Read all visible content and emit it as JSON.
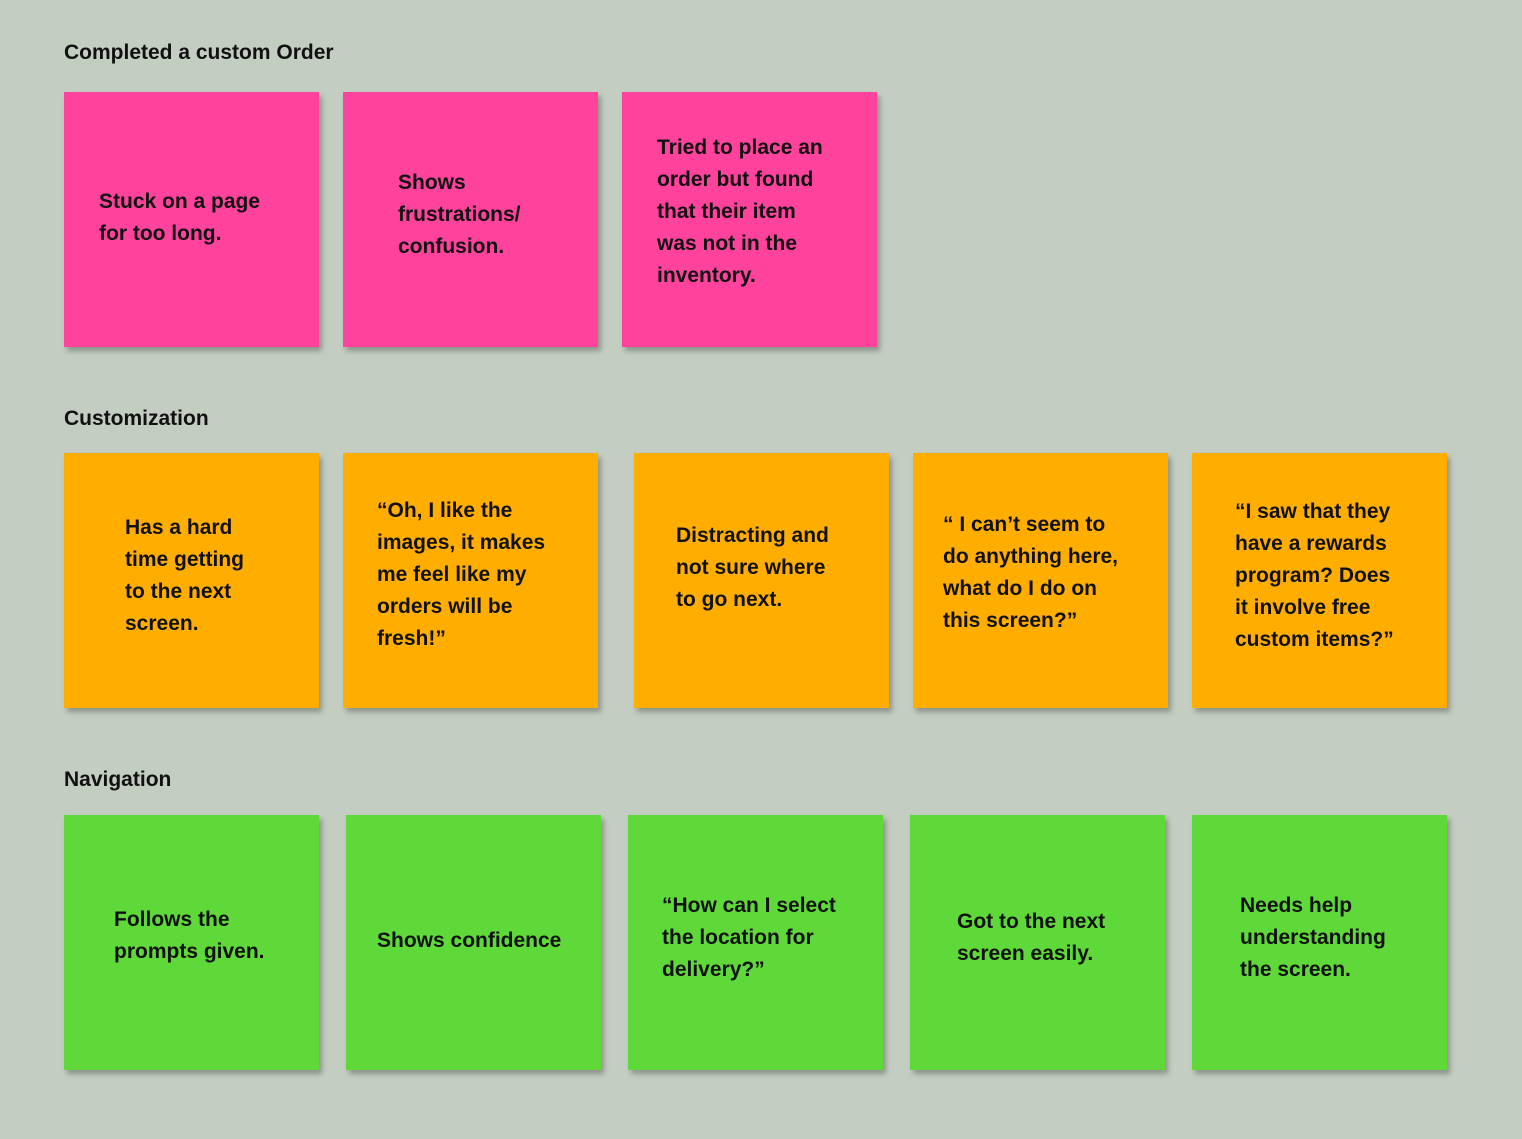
{
  "sections": [
    {
      "title": "Completed a custom Order",
      "color": "#ff429c",
      "notes": [
        {
          "lines": [
            "Stuck on a page",
            "for too long."
          ]
        },
        {
          "lines": [
            "Shows",
            "frustrations/",
            "confusion."
          ]
        },
        {
          "lines": [
            "Tried to place an",
            "order but found",
            "that their item",
            "was not in the",
            "inventory."
          ]
        }
      ]
    },
    {
      "title": "Customization",
      "color": "#ffae00",
      "notes": [
        {
          "lines": [
            "Has a hard",
            "time getting",
            "to the next",
            "screen."
          ]
        },
        {
          "lines": [
            "“Oh, I like the",
            "images, it makes",
            "me feel like my",
            "orders will be",
            "fresh!”"
          ]
        },
        {
          "lines": [
            "Distracting and",
            "not sure where",
            "to go next."
          ]
        },
        {
          "lines": [
            "“ I can’t seem to",
            "do anything here,",
            "what do I do on",
            "this screen?”"
          ]
        },
        {
          "lines": [
            "“I saw that they",
            "have a rewards",
            "program? Does",
            "it involve free",
            "custom items?”"
          ]
        }
      ]
    },
    {
      "title": "Navigation",
      "color": "#5fd93a",
      "notes": [
        {
          "lines": [
            "Follows the",
            "prompts given."
          ]
        },
        {
          "lines": [
            "Shows confidence"
          ]
        },
        {
          "lines": [
            "“How can I select",
            "the location for",
            "delivery?”"
          ]
        },
        {
          "lines": [
            "Got to the next",
            "screen easily."
          ]
        },
        {
          "lines": [
            "Needs help",
            "understanding",
            "the screen."
          ]
        }
      ]
    }
  ]
}
